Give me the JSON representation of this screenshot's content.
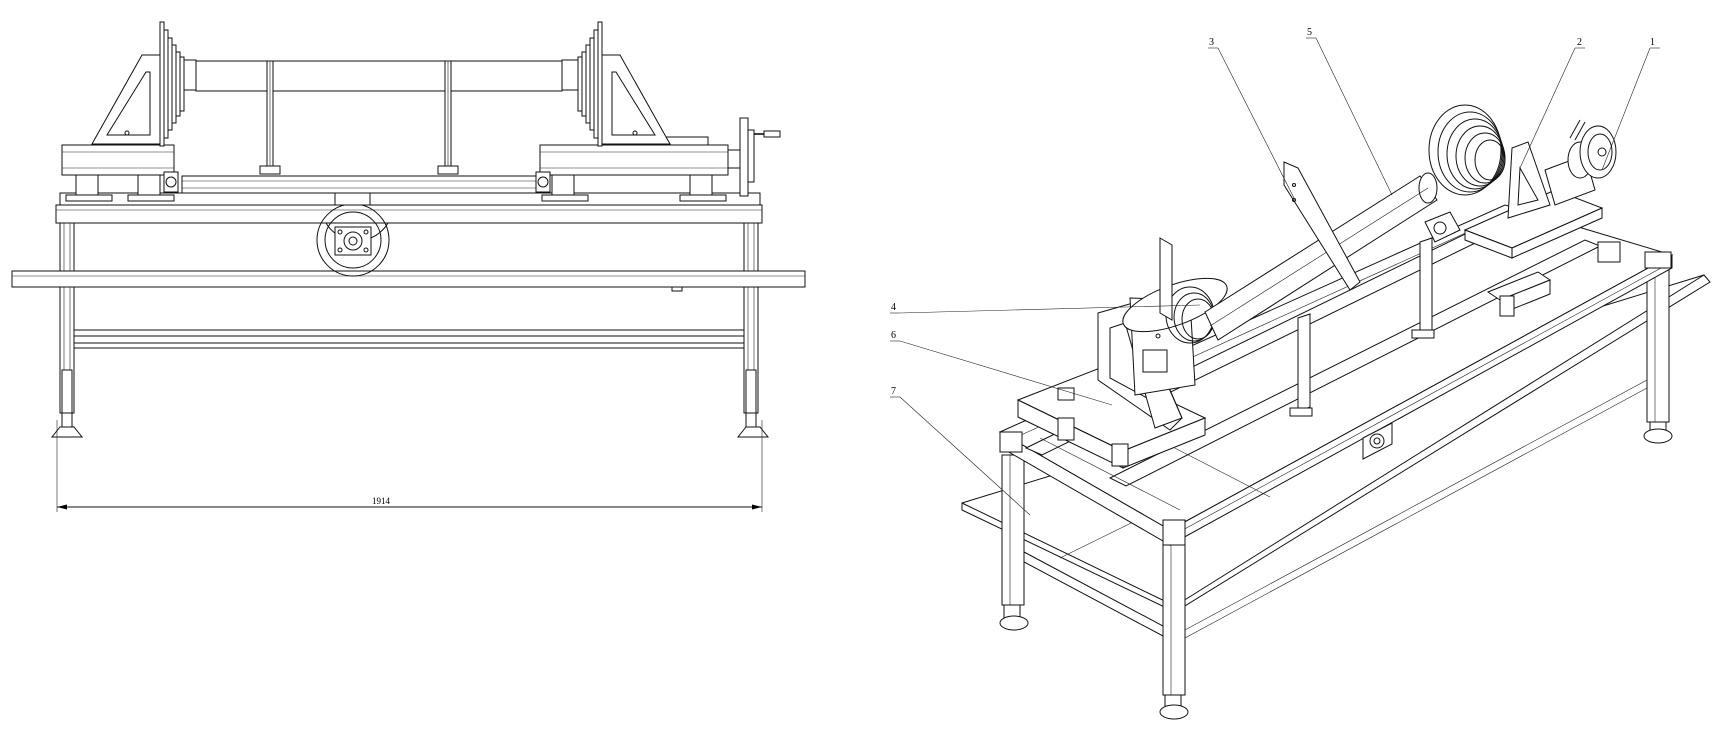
{
  "drawing": {
    "dimension": "1914",
    "callouts": [
      "1",
      "2",
      "3",
      "4",
      "5",
      "6",
      "7"
    ]
  }
}
